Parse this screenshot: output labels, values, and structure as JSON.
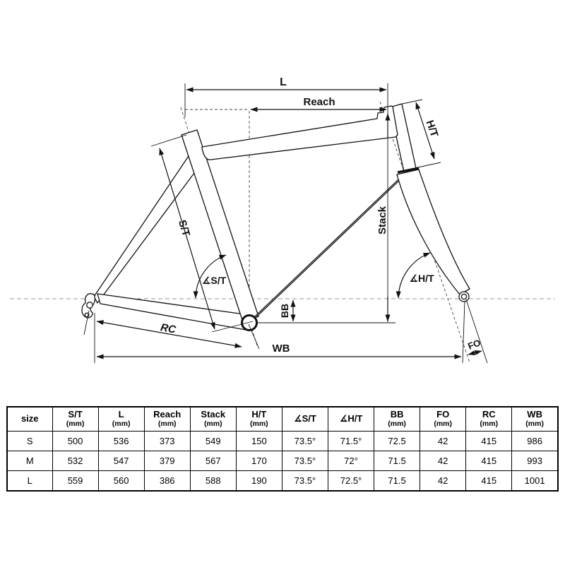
{
  "diagram": {
    "labels": {
      "l": "L",
      "reach": "Reach",
      "ht": "H/T",
      "stack": "Stack",
      "st": "S/T",
      "angle_st": "∡S/T",
      "angle_ht": "∡H/T",
      "bb": "BB",
      "rc": "RC",
      "wb": "WB",
      "fo": "FO"
    },
    "line_color": "#111111",
    "axle_dash_color": "#999999"
  },
  "table": {
    "headers": [
      {
        "label": "size",
        "unit": ""
      },
      {
        "label": "S/T",
        "unit": "(mm)"
      },
      {
        "label": "L",
        "unit": "(mm)"
      },
      {
        "label": "Reach",
        "unit": "(mm)"
      },
      {
        "label": "Stack",
        "unit": "(mm)"
      },
      {
        "label": "H/T",
        "unit": "(mm)"
      },
      {
        "label": "∡S/T",
        "unit": ""
      },
      {
        "label": "∡H/T",
        "unit": ""
      },
      {
        "label": "BB",
        "unit": "(mm)"
      },
      {
        "label": "FO",
        "unit": "(mm)"
      },
      {
        "label": "RC",
        "unit": "(mm)"
      },
      {
        "label": "WB",
        "unit": "(mm)"
      }
    ],
    "rows": [
      {
        "cells": [
          "S",
          "500",
          "536",
          "373",
          "549",
          "150",
          "73.5°",
          "71.5°",
          "72.5",
          "42",
          "415",
          "986"
        ]
      },
      {
        "cells": [
          "M",
          "532",
          "547",
          "379",
          "567",
          "170",
          "73.5°",
          "72°",
          "71.5",
          "42",
          "415",
          "993"
        ]
      },
      {
        "cells": [
          "L",
          "559",
          "560",
          "386",
          "588",
          "190",
          "73.5°",
          "72.5°",
          "71.5",
          "42",
          "415",
          "1001"
        ]
      }
    ]
  }
}
